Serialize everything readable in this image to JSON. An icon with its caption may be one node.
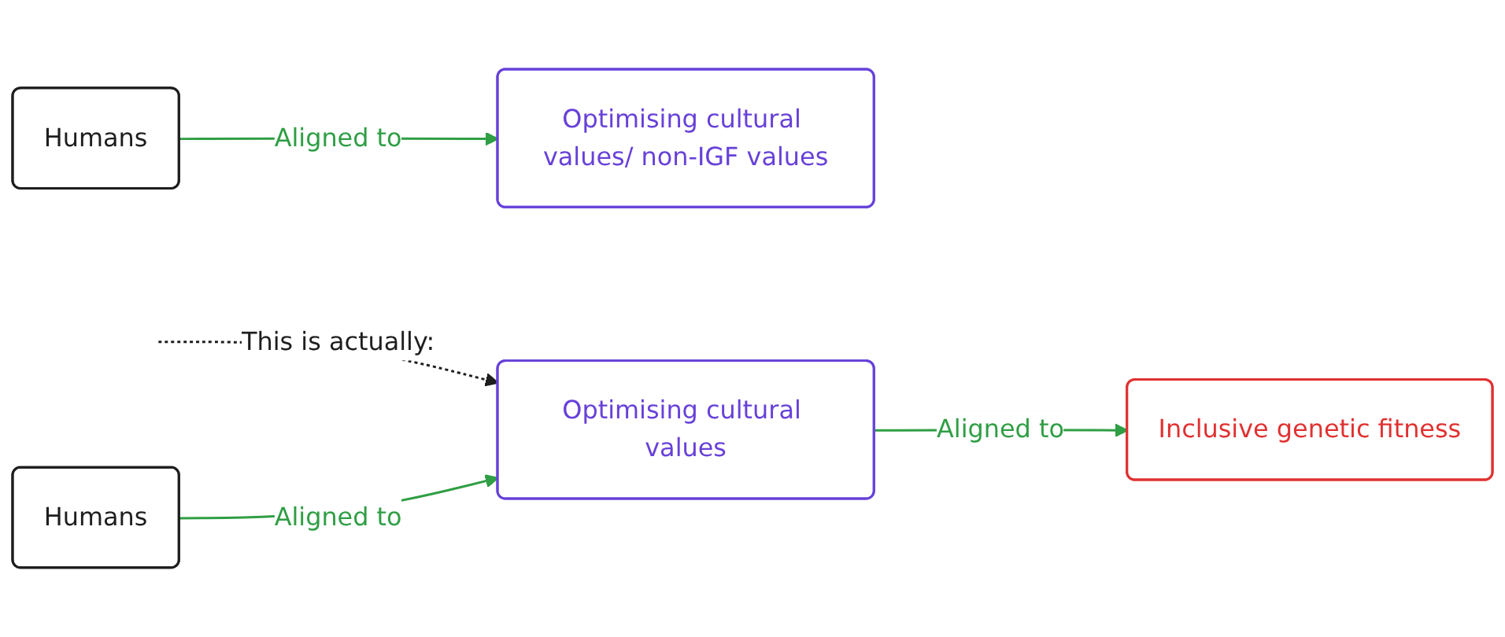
{
  "diagram": {
    "nodes": [
      {
        "text": [
          "Humans"
        ]
      },
      {
        "text": [
          "Optimising cultural values/ non-IGF values"
        ]
      },
      {
        "text": [
          "Humans"
        ]
      },
      {
        "text": [
          "Optimising cultural values"
        ]
      },
      {
        "text": [
          "Inclusive genetic fitness"
        ]
      }
    ],
    "edges": [
      {
        "from": 0,
        "to": 1,
        "arrow": "to",
        "label": "Aligned to"
      },
      {
        "from": null,
        "to": 3,
        "arrow": "to",
        "label": "This is actually:",
        "style": "dashed",
        "color": "#1e1e1e"
      },
      {
        "from": 2,
        "to": 3,
        "arrow": "to",
        "label": "Aligned to"
      },
      {
        "from": 3,
        "to": 4,
        "arrow": "to",
        "label": "Aligned to"
      }
    ]
  }
}
